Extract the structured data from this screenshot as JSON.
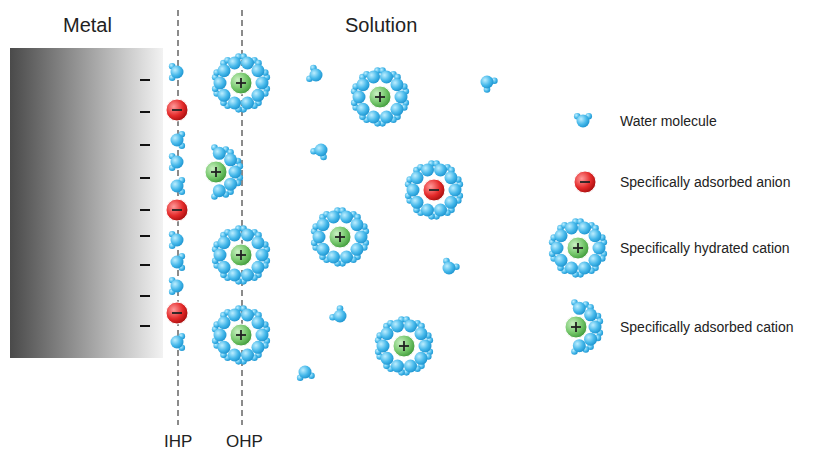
{
  "diagram": {
    "labels": [
      "Metal",
      "Solution",
      "IHP",
      "OHP"
    ],
    "legend": [
      {
        "text": "Water molecule"
      },
      {
        "text": "Specifically adsorbed anion"
      },
      {
        "text": "Specifically hydrated cation"
      },
      {
        "text": "Specifically adsorbed cation"
      }
    ]
  }
}
